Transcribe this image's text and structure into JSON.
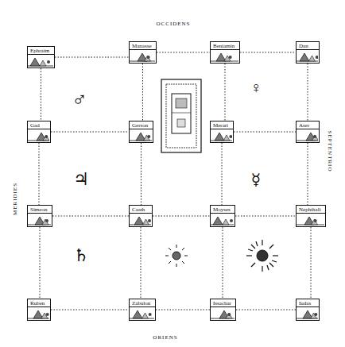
{
  "diagram": {
    "nodes": [
      {
        "text": [
          "Ephraim"
        ]
      },
      {
        "text": [
          "Manasse"
        ]
      },
      {
        "text": [
          "Beniamin"
        ]
      },
      {
        "text": [
          "Dan"
        ]
      },
      {
        "text": [
          "Gad"
        ]
      },
      {
        "text": [
          "Gerson"
        ]
      },
      {
        "text": [
          "Merari"
        ]
      },
      {
        "text": [
          "Aser"
        ]
      },
      {
        "text": [
          "Simeon"
        ]
      },
      {
        "text": [
          "Caath"
        ]
      },
      {
        "text": [
          "Moyses"
        ]
      },
      {
        "text": [
          "Nephthali"
        ]
      },
      {
        "text": [
          "Ruben"
        ]
      },
      {
        "text": [
          "Zabulon"
        ]
      },
      {
        "text": [
          "Issachar"
        ]
      },
      {
        "text": [
          "Iudas"
        ]
      }
    ],
    "edges": [
      {
        "from": 0,
        "to": 1,
        "arrow": "none"
      },
      {
        "from": 1,
        "to": 2,
        "arrow": "none"
      },
      {
        "from": 2,
        "to": 3,
        "arrow": "none"
      },
      {
        "from": 4,
        "to": 5,
        "arrow": "none"
      },
      {
        "from": 6,
        "to": 7,
        "arrow": "none"
      },
      {
        "from": 8,
        "to": 9,
        "arrow": "none"
      },
      {
        "from": 9,
        "to": 10,
        "arrow": "none"
      },
      {
        "from": 10,
        "to": 11,
        "arrow": "none"
      },
      {
        "from": 12,
        "to": 13,
        "arrow": "none"
      },
      {
        "from": 13,
        "to": 14,
        "arrow": "none"
      },
      {
        "from": 14,
        "to": 15,
        "arrow": "none"
      },
      {
        "from": 0,
        "to": 4,
        "arrow": "none"
      },
      {
        "from": 4,
        "to": 8,
        "arrow": "none"
      },
      {
        "from": 8,
        "to": 12,
        "arrow": "none"
      },
      {
        "from": 1,
        "to": 5,
        "arrow": "none"
      },
      {
        "from": 5,
        "to": 9,
        "arrow": "none"
      },
      {
        "from": 9,
        "to": 13,
        "arrow": "none"
      },
      {
        "from": 2,
        "to": 6,
        "arrow": "none"
      },
      {
        "from": 6,
        "to": 10,
        "arrow": "none"
      },
      {
        "from": 10,
        "to": 14,
        "arrow": "none"
      },
      {
        "from": 3,
        "to": 7,
        "arrow": "none"
      },
      {
        "from": 7,
        "to": 11,
        "arrow": "none"
      },
      {
        "from": 11,
        "to": 15,
        "arrow": "none"
      }
    ],
    "labels": [
      "OCCIDENS",
      "ORIENS",
      "MERIDIES",
      "SEPTENTRIO",
      "♂",
      "♀",
      "♃",
      "☿",
      "♄"
    ]
  }
}
